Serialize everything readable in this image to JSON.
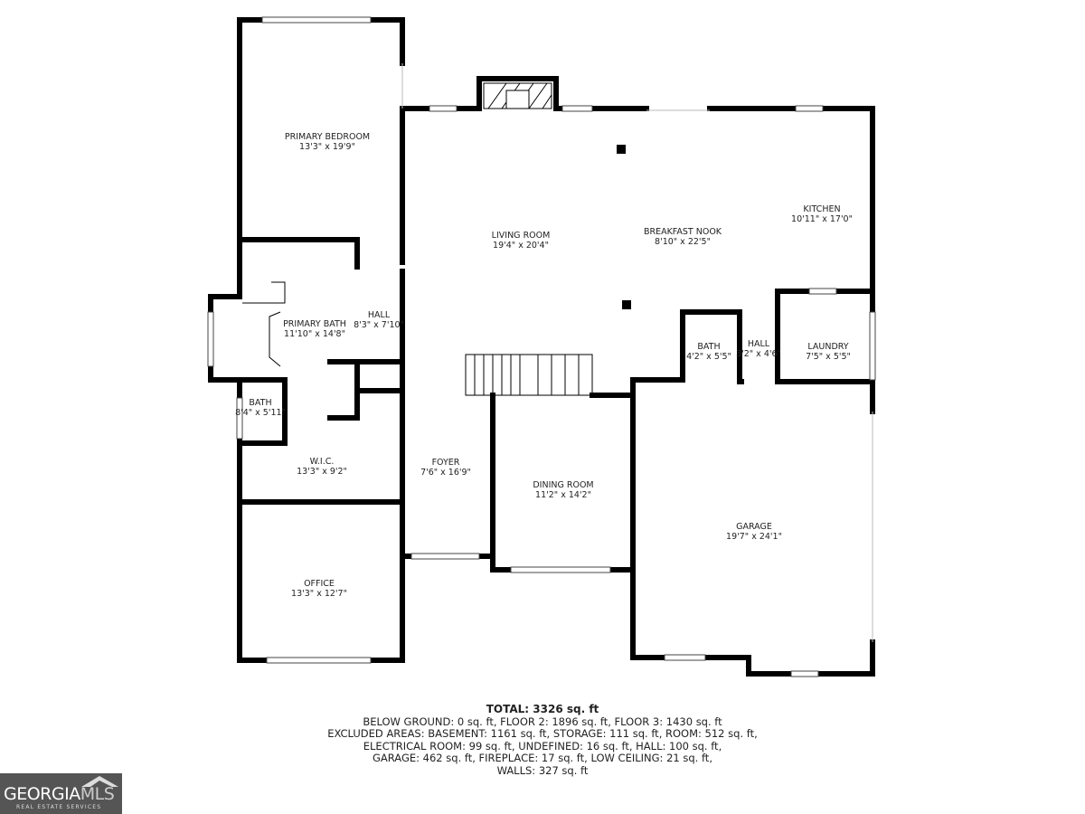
{
  "rooms": [
    {
      "name": "PRIMARY BEDROOM",
      "dims": "13'3\" x 19'9\""
    },
    {
      "name": "LIVING ROOM",
      "dims": "19'4\" x 20'4\""
    },
    {
      "name": "BREAKFAST NOOK",
      "dims": "8'10\" x 22'5\""
    },
    {
      "name": "KITCHEN",
      "dims": "10'11\" x 17'0\""
    },
    {
      "name": "PRIMARY BATH",
      "dims": "11'10\" x 14'8\""
    },
    {
      "name": "HALL",
      "dims": "8'3\" x 7'10\""
    },
    {
      "name": "BATH",
      "dims": "4'2\" x 5'5\""
    },
    {
      "name": "HALL",
      "dims": "3'2\" x 4'6\""
    },
    {
      "name": "LAUNDRY",
      "dims": "7'5\" x 5'5\""
    },
    {
      "name": "BATH",
      "dims": "8'4\" x 5'11\""
    },
    {
      "name": "W.I.C.",
      "dims": "13'3\" x 9'2\""
    },
    {
      "name": "FOYER",
      "dims": "7'6\" x 16'9\""
    },
    {
      "name": "DINING ROOM",
      "dims": "11'2\" x 14'2\""
    },
    {
      "name": "GARAGE",
      "dims": "19'7\" x 24'1\""
    },
    {
      "name": "OFFICE",
      "dims": "13'3\" x 12'7\""
    }
  ],
  "summary": {
    "total": "TOTAL: 3326 sq. ft",
    "lines": [
      "BELOW GROUND: 0 sq. ft, FLOOR 2: 1896 sq. ft, FLOOR 3: 1430 sq. ft",
      "EXCLUDED AREAS: BASEMENT: 1161 sq. ft, STORAGE: 111 sq. ft, ROOM: 512 sq. ft,",
      "ELECTRICAL ROOM: 99 sq. ft, UNDEFINED: 16 sq. ft, HALL: 100 sq. ft,",
      "GARAGE: 462 sq. ft, FIREPLACE: 17 sq. ft, LOW CEILING: 21 sq. ft,",
      "WALLS: 327 sq. ft"
    ]
  },
  "logo": {
    "brand_a": "GEORGIA",
    "brand_b": "MLS",
    "sub": "REAL ESTATE SERVICES"
  }
}
